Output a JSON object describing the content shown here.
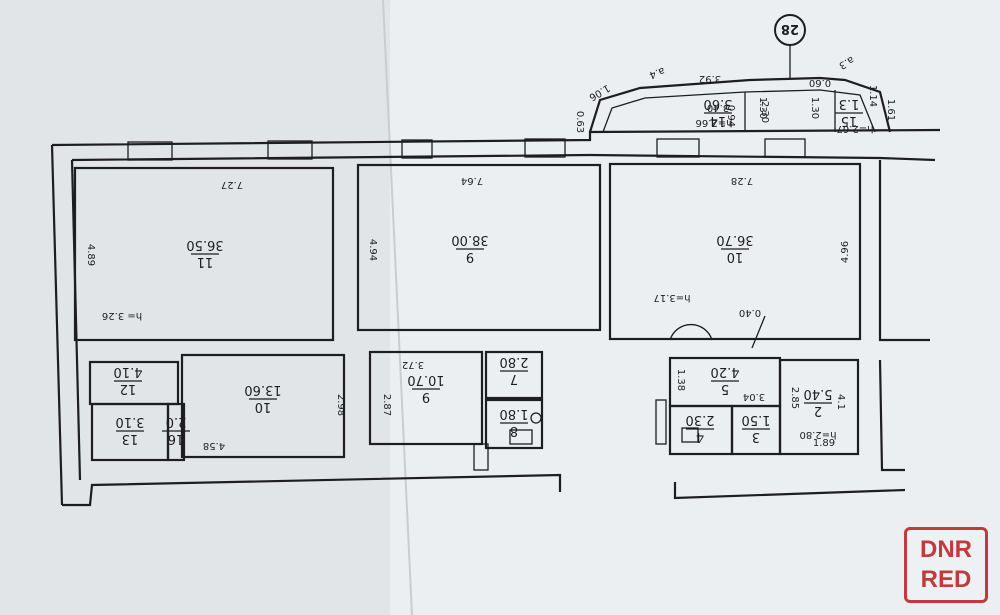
{
  "plan": {
    "marker": "28",
    "rooms": [
      {
        "id": "11",
        "area": "36.50"
      },
      {
        "id": "9",
        "area": "38.00"
      },
      {
        "id": "10",
        "area": "36.70"
      },
      {
        "id": "12",
        "area": "4.10"
      },
      {
        "id": "13",
        "area": "3.10"
      },
      {
        "id": "16",
        "area": "2.0"
      },
      {
        "id": "10",
        "area": "13.60"
      },
      {
        "id": "9",
        "area": "10.70"
      },
      {
        "id": "7",
        "area": "2.80"
      },
      {
        "id": "8",
        "area": "1.80"
      },
      {
        "id": "5",
        "area": "4.20"
      },
      {
        "id": "4",
        "area": "2.30"
      },
      {
        "id": "3",
        "area": "1.50"
      },
      {
        "id": "2",
        "area": "5.40"
      },
      {
        "id": "14",
        "area": "3.60"
      },
      {
        "id": "15",
        "area": "1.3"
      }
    ],
    "dimensions": [
      "7.27",
      "4.89",
      "h= 3.26",
      "4.94",
      "7.64",
      "7.28",
      "4.96",
      "h=3.17",
      "0.40",
      "4.58",
      "2.98",
      "3.72",
      "2.87",
      "3.04",
      "2.85",
      "1.38",
      "1.89",
      "h=2.80",
      "4.1",
      "3.92",
      "3.40",
      "0.94",
      "2.30",
      "h=2.66",
      "1.06",
      "0.63",
      "1.30",
      "1.30",
      "0.60",
      "1.14",
      "1.61",
      "a.4",
      "a.3",
      "h=2.67"
    ]
  },
  "watermark": {
    "line1": "DNR",
    "line2": "RED",
    "color": "#c23b3b"
  }
}
